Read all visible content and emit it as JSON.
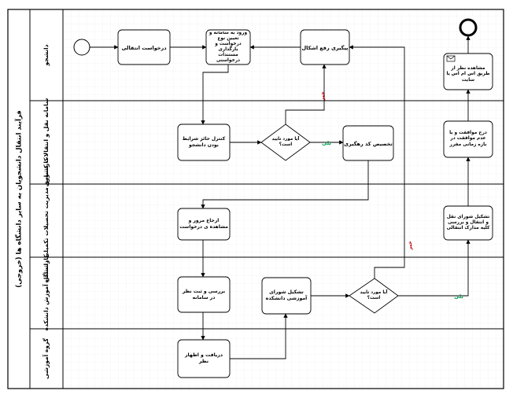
{
  "pool": {
    "title": "فرآیند انتقال دانشجویان به سایر دانشگاه ها (خروجی)"
  },
  "lanes": [
    {
      "id": "student",
      "label": "دانشجو",
      "color": "#000000"
    },
    {
      "id": "transfer-unit",
      "label": "سامانه نقل و انتقالات کشوری",
      "color": "#000000"
    },
    {
      "id": "graduate-admin",
      "label": "کارشناس مدیریت تحصیلات تکمیلی دانشگاه",
      "color": "#ff0000"
    },
    {
      "id": "faculty-education",
      "label": "کارشناس آموزش دانشکده",
      "color": "#000000"
    },
    {
      "id": "department",
      "label": "گروه آموزشی",
      "color": "#000000"
    }
  ],
  "nodes": {
    "transfer-request": "درخواست انتقالی",
    "system-entry": "ورود به سامانه و تعیین نوع درخواست و بارگذاری مستندات درخواستی",
    "follow-up": "پیگیری رفع اشکال",
    "view-result": "مشاهده نظر از طریق اس ام اس یا سایت",
    "check-conditions": "کنترل حائز شرایط بودن دانشجو",
    "is-approved-1": "آیا مورد تایید است؟",
    "assign-tracking-code": "تخصیص کد رهگیری",
    "record-approval": "درج موافقت و یا عدم موافقت در بازه زمانی مقرر",
    "refer-to-faculty": "ارجاع مرور و مشاهده ی درخواست",
    "council-review": "تشکیل شورای نقل و انتقال و بررسی کلیه مدارک انتقالی",
    "review-and-register": "بررسی و ثبت نظر در سامانه",
    "faculty-council": "تشکیل شورای آموزشی دانشکده",
    "is-approved-2": "آیا مورد تایید است؟",
    "receive-opinion": "دریافت و اظهار نظر"
  },
  "edge_labels": {
    "yes": "بلی",
    "no": "خیر"
  },
  "colors": {
    "no_label": "#c00000",
    "yes_label": "#00a050"
  }
}
